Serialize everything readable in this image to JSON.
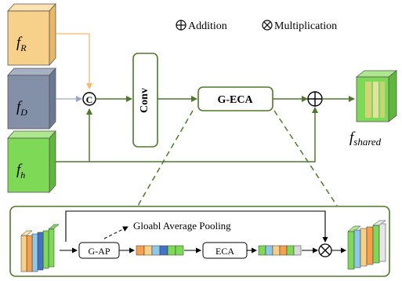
{
  "legend": {
    "addition_symbol": "⊕",
    "addition_label": "Addition",
    "multiplication_symbol": "⊗",
    "multiplication_label": "Multiplication"
  },
  "inputs": {
    "f_r": {
      "base": "f",
      "sub": "R",
      "color": "#f7d08a"
    },
    "f_d": {
      "base": "f",
      "sub": "D",
      "color": "#8390a8"
    },
    "f_h": {
      "base": "f",
      "sub": "h",
      "color": "#7ed957"
    }
  },
  "concat_symbol": "C",
  "conv_label": "Conv",
  "geca_label": "G-ECA",
  "output": {
    "base": "f",
    "sub": "shared"
  },
  "detail": {
    "gap_label": "G-AP",
    "gap_caption": "Gloabl Average Pooling",
    "eca_label": "ECA",
    "mult_symbol": "⊗"
  },
  "colors": {
    "green_line": "#4d7a2a",
    "accent_green": "#7ed957",
    "orange_line": "#f5b971",
    "blue_line": "#9aa6c8"
  }
}
